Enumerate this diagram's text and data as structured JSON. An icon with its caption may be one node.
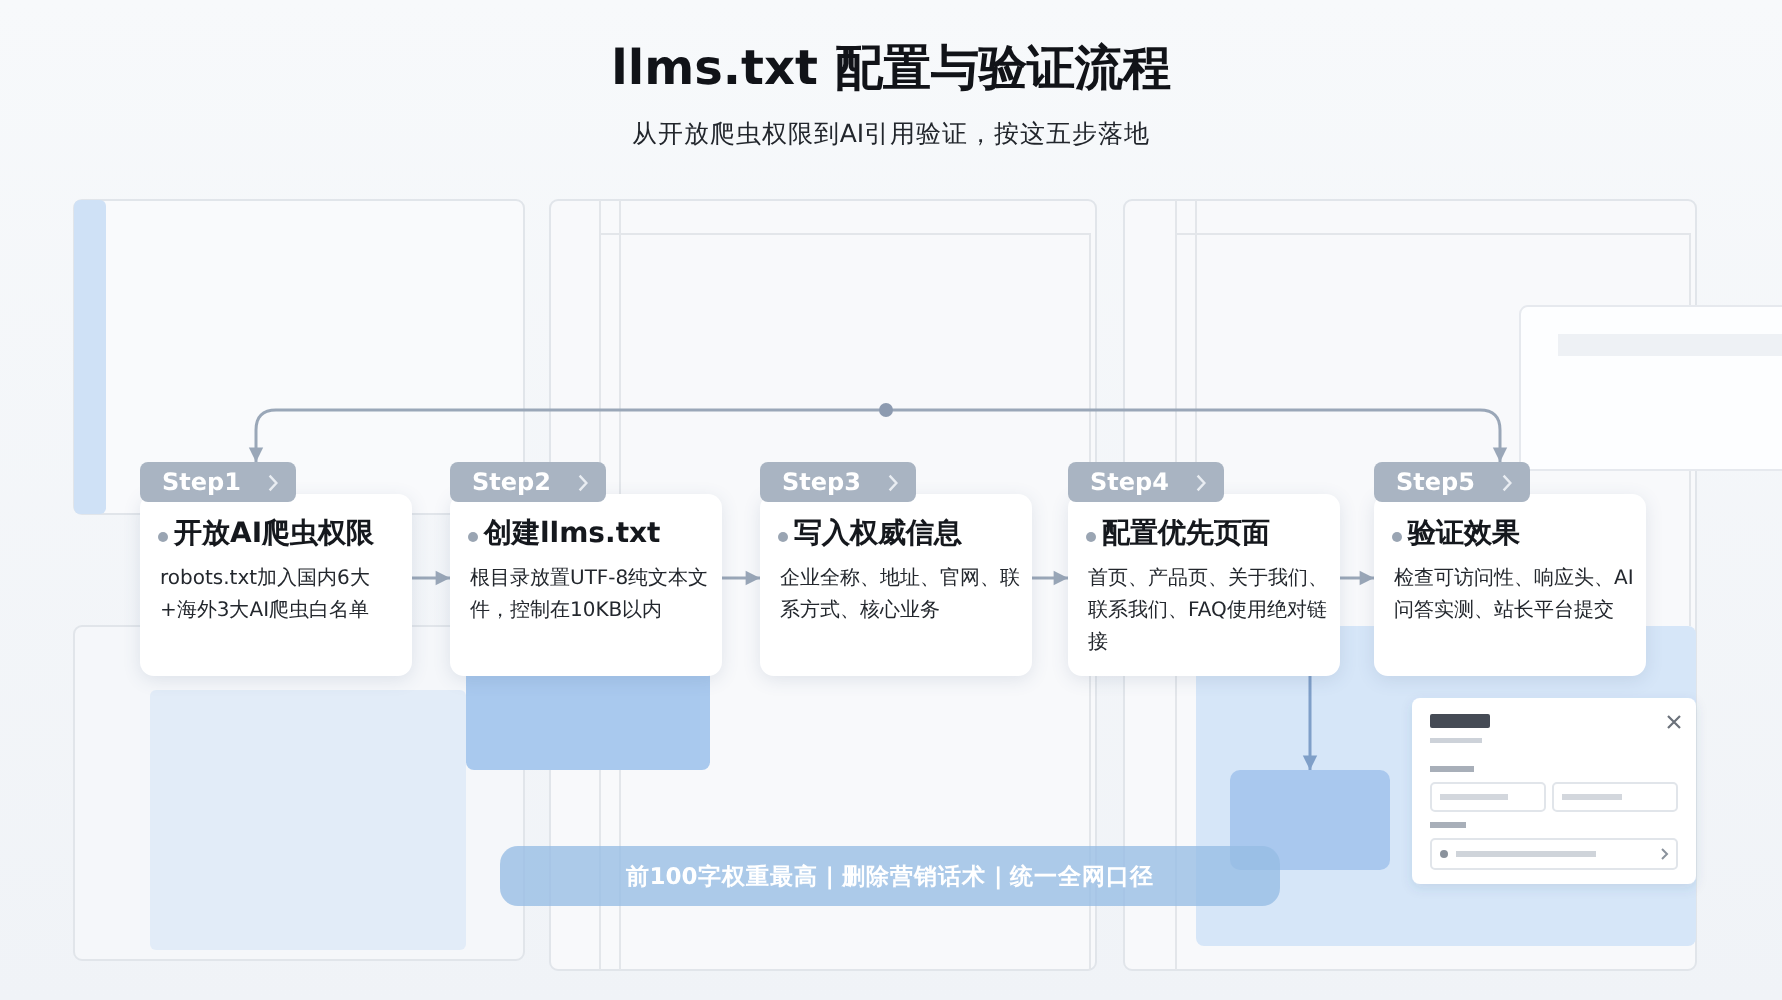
{
  "diagram": {
    "title": "llms.txt 配置与验证流程",
    "nodes": [
      {
        "text": [
          "Step1",
          "开放AI爬虫权限",
          "robots.txt加入国内6大+海外3大AI爬虫白名单"
        ]
      },
      {
        "text": [
          "Step2",
          "创建llms.txt",
          "根目录放置UTF-8纯文本文件，控制在10KB以内"
        ]
      },
      {
        "text": [
          "Step3",
          "写入权威信息",
          "企业全称、地址、官网、联系方式、核心业务"
        ]
      },
      {
        "text": [
          "Step4",
          "配置优先页面",
          "首页、产品页、关于我们、联系我们、FAQ使用绝对链接"
        ]
      },
      {
        "text": [
          "Step5",
          "验证效果",
          "检查可访问性、响应头、AI问答实测、站长平台提交"
        ]
      },
      {
        "text": [],
        "shape": "box"
      },
      {
        "text": [
          "前100字权重最高 | 删除营销话术 | 统一全网口径"
        ]
      }
    ],
    "edges": [
      {
        "from": 0,
        "to": 1,
        "arrow": "to"
      },
      {
        "from": 1,
        "to": 2,
        "arrow": "to"
      },
      {
        "from": 2,
        "to": 3,
        "arrow": "to"
      },
      {
        "from": 3,
        "to": 4,
        "arrow": "to"
      },
      {
        "from": 4,
        "to": 0,
        "arrow": "both"
      },
      {
        "from": 3,
        "to": 5,
        "arrow": "to",
        "color": "#7f9fc8"
      }
    ],
    "labels": [
      "从开放爬虫权限到AI引用验证，按这五步落地"
    ]
  }
}
